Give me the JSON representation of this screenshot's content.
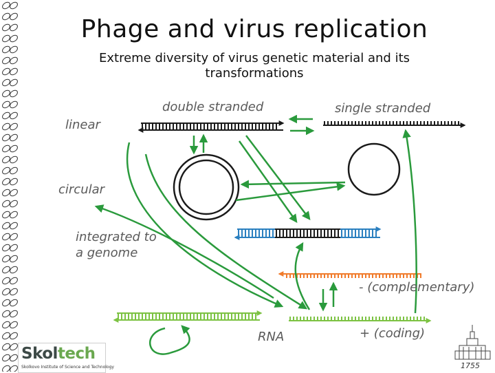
{
  "title": "Phage and virus replication",
  "subtitle_lines": [
    "Extreme diversity of virus genetic material and its",
    "transformations"
  ],
  "labels": {
    "double_stranded": "double stranded",
    "single_stranded": "single stranded",
    "linear": "linear",
    "circular": "circular",
    "integrated_line1": "integrated to",
    "integrated_line2": "a genome",
    "complementary": "- (complementary)",
    "rna": "RNA",
    "coding": "+ (coding)"
  },
  "logo": {
    "name_part1": "Skol",
    "name_part2": "tech",
    "subtitle": "Skolkovo Institute of Science and Technology"
  },
  "year": "1755",
  "colors": {
    "arrow_green": "#2a9a3c",
    "strand_black": "#1a1a1a",
    "strand_blue": "#2a7fbf",
    "strand_orange": "#f07a2a",
    "strand_green": "#7cc242"
  }
}
